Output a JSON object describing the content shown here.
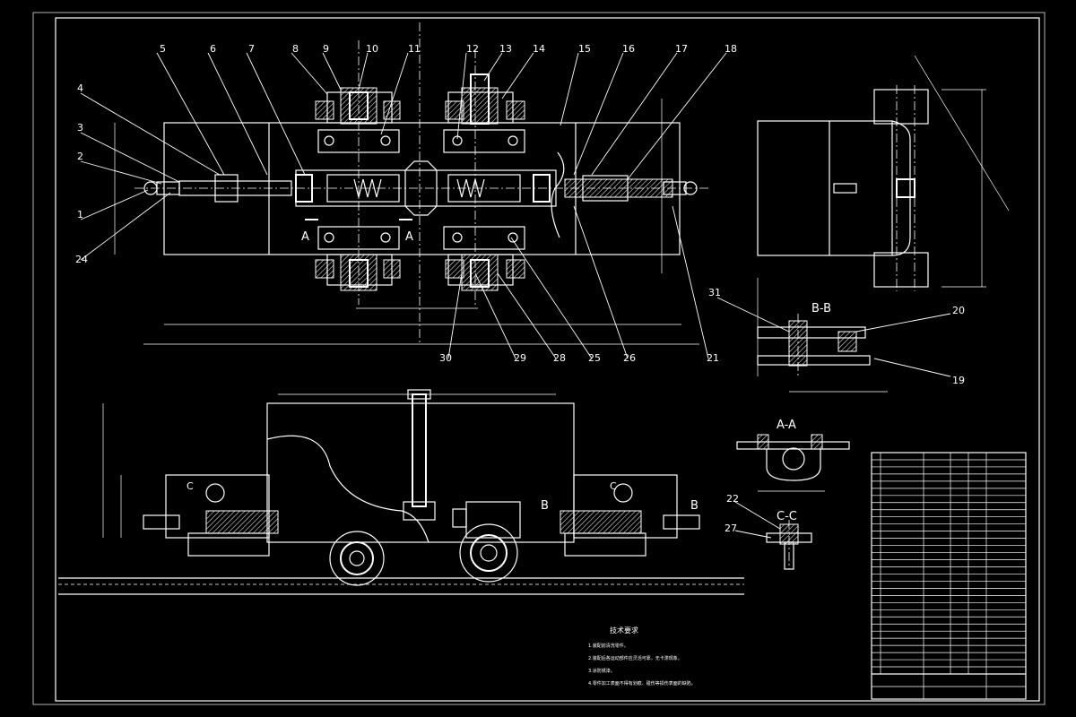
{
  "part_numbers": [
    "1",
    "2",
    "3",
    "4",
    "5",
    "6",
    "7",
    "8",
    "9",
    "10",
    "11",
    "12",
    "13",
    "14",
    "15",
    "16",
    "17",
    "18",
    "19",
    "20",
    "21",
    "24",
    "25",
    "26",
    "27",
    "28",
    "29",
    "30",
    "31",
    "22"
  ],
  "section_labels": {
    "aa_view": "A-A",
    "bb_view": "B-B",
    "cc_view": "C-C",
    "a_left": "A",
    "a_right": "A",
    "b_left": "B",
    "b_right": "B",
    "c_left": "C",
    "c_right": "C"
  },
  "notes": {
    "heading": "技术要求",
    "lines": [
      "1.装配前清洗零件。",
      "2.装配后各运动部件应灵活可靠，无卡滞现象。",
      "3.涂防锈漆。",
      "4.零件加工表面不得有划痕、碰伤等损伤表面的缺陷。"
    ]
  },
  "colors": {
    "background": "#000000",
    "lines": "#ffffff"
  }
}
